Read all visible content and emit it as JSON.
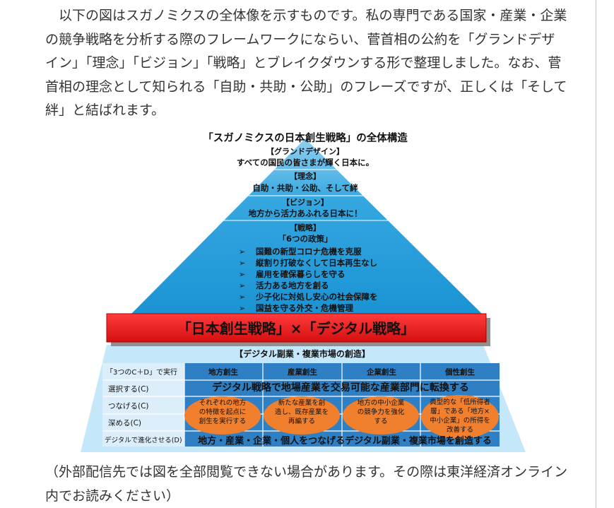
{
  "article": {
    "intro": "以下の図はスガノミクスの全体像を示すものです。私の専門である国家・産業・企業の競争戦略を分析する際のフレームワークにならい、菅首相の公約を「グランドデザイン」「理念」「ビジョン」「戦略」とブレイクダウンする形で整理しました。なお、菅首相の理念として知られる「自助・共助・公助」のフレーズですが、正しくは「そして絆」と結ばれます。",
    "note": "（外部配信先では図を全部閲覧できない場合があります。その際は東洋経済オンライン内でお読みください）"
  },
  "figure": {
    "title": "「スガノミクスの日本創生戦略」の全体構造",
    "grand_design": {
      "label": "【グランドデザイン】",
      "text": "すべての国民の皆さまが輝く日本に。"
    },
    "philosophy": {
      "label": "【理念】",
      "text": "自助・共助・公助、そして絆"
    },
    "vision": {
      "label": "【ビジョン】",
      "text": "地方から活力あふれる日本に！"
    },
    "strategy": {
      "label": "【戦略】",
      "sublabel": "「6つの政策」",
      "bullet": "➢",
      "items": [
        "国難の新型コロナ危機を克服",
        "縦割り打破なくして日本再生なし",
        "雇用を確保暮らしを守る",
        "活力ある地方を創る",
        "少子化に対処し安心の社会保障を",
        "国益を守る外交・危機管理"
      ]
    },
    "banner": "「日本創生戦略」×「デジタル戦略」",
    "digital_header": "【デジタル副業・複業市場の創造】",
    "table": {
      "corner": "「3つのC＋D」で実行",
      "columns": [
        "地方創生",
        "産業創生",
        "企業創生",
        "個性創生"
      ],
      "rows": [
        "選択する(C)",
        "つなげる(C)",
        "深める(C)",
        "デジタルで進化させる(D)"
      ],
      "overlay_top": "デジタル戦略で地場産業を交易可能な産業部門に転換する",
      "ovals": [
        [
          "それぞれの地方",
          "の特徴を起点に",
          "創生を実行する"
        ],
        [
          "新たな産業を創",
          "造し、既存産業を",
          "再編する"
        ],
        [
          "地方の中小企業",
          "の競争力を強化",
          "する"
        ],
        [
          "典型的な「低所得者",
          "層」である「地方×",
          "中小企業」の所得を",
          "改善する"
        ]
      ],
      "overlay_bottom": "地方・産業・企業・個人をつなげるデジタル副業・複業市場を創造する"
    },
    "colors": {
      "pyramid": "#1e9bd9",
      "pyramid_top": "#7dc8ef",
      "base": "#bfe6f8",
      "banner": "#e31b1b",
      "table": "#2f7fc4",
      "oval": "#f07f2e",
      "grid": "#ffffff"
    }
  }
}
